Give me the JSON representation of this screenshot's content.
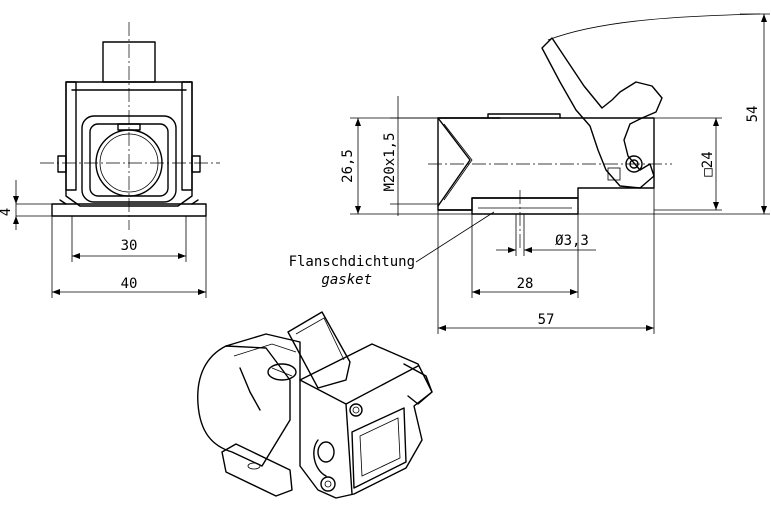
{
  "dimensions": {
    "flange_thickness": "4",
    "hole_spacing_front": "30",
    "flange_width": "40",
    "height_to_axis": "26,5",
    "thread": "M20x1,5",
    "hole_diameter": "Ø3,3",
    "hole_spacing_side": "28",
    "overall_length": "57",
    "overall_height": "54",
    "square_size": "□24"
  },
  "labels": {
    "gasket_de": "Flanschdichtung",
    "gasket_en": "gasket"
  }
}
